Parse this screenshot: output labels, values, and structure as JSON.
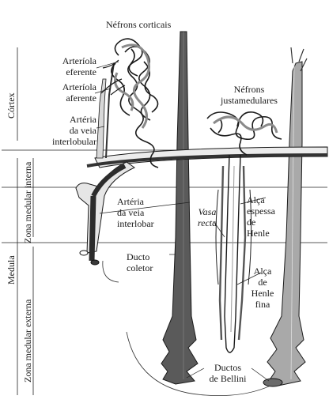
{
  "zones": {
    "cortex": "Córtex",
    "medulla": "Medula",
    "inner_medulla": "Zona medular interna",
    "outer_medulla": "Zona medular externa"
  },
  "labels": {
    "cortical_nephrons": "Néfrons corticais",
    "juxtamedullary_line1": "Néfrons",
    "juxtamedullary_line2": "justamedulares",
    "efferent_line1": "Arteríola",
    "efferent_line2": "eferente",
    "afferent_line1": "Arteríola",
    "afferent_line2": "aferente",
    "interlobular_line1": "Artéria",
    "interlobular_line2": "da veia",
    "interlobular_line3": "interlobular",
    "interlobar_line1": "Artéria",
    "interlobar_line2": "da veia",
    "interlobar_line3": "interlobar",
    "vasa_recta_line1": "Vasa",
    "vasa_recta_line2": "recta",
    "thick_loop_line1": "Alça",
    "thick_loop_line2": "espessa",
    "thick_loop_line3": "de",
    "thick_loop_line4": "Henle",
    "collecting_line1": "Ducto",
    "collecting_line2": "coletor",
    "thin_loop_line1": "Alça",
    "thin_loop_line2": "de",
    "thin_loop_line3": "Henle",
    "thin_loop_line4": "fina",
    "bellini_line1": "Ductos",
    "bellini_line2": "de Bellini"
  }
}
